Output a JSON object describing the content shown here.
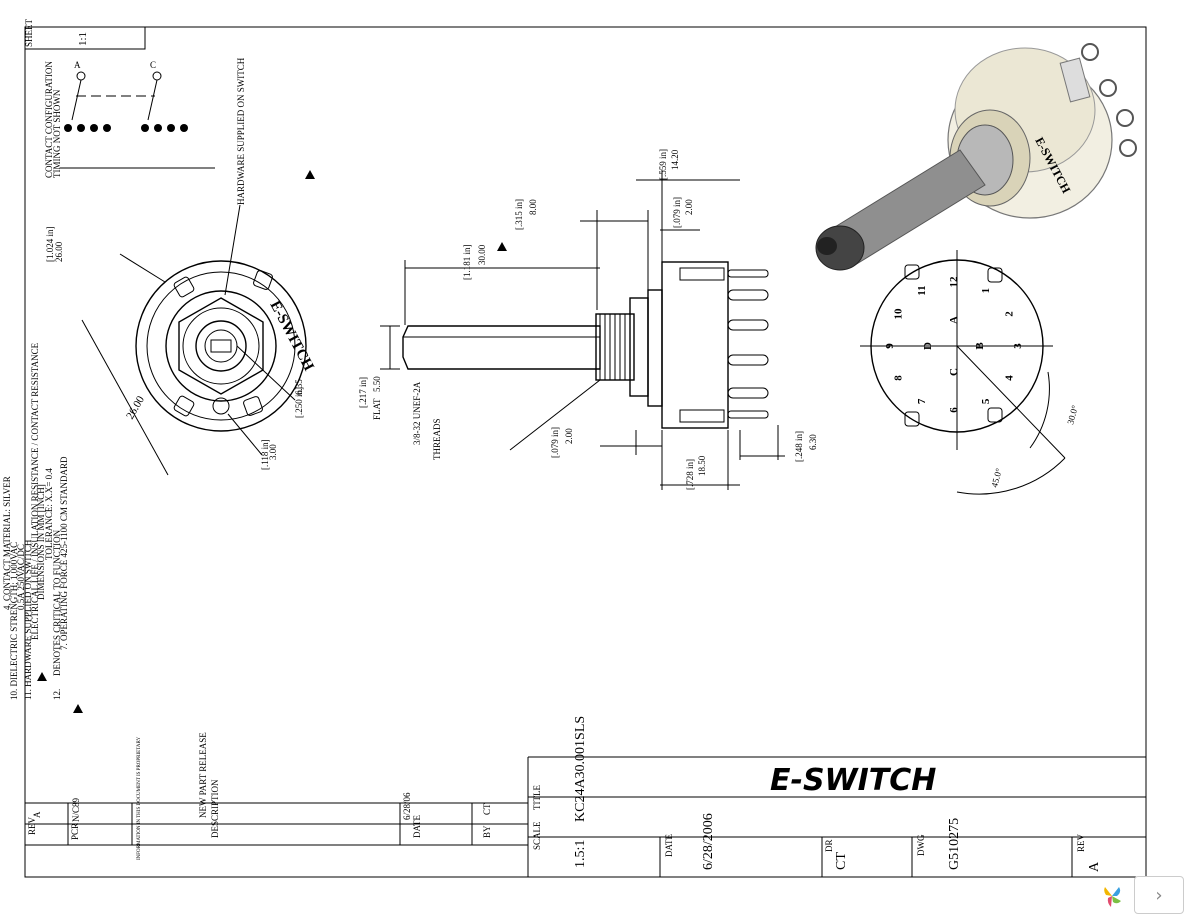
{
  "sheet": {
    "label": "SHEET",
    "value": "1:1"
  },
  "contact_config": {
    "title": "CONTACT CONFIGURATION",
    "subtitle": "TIMING NOT SHOWN",
    "pole_a": "A",
    "pole_c": "C"
  },
  "notes": {
    "n4": "4. CONTACT MATERIAL: SILVER",
    "n10": "10. DIELECTRIC STRENGTH: 1,000VAC",
    "n11": "11. HARDWARE SUPPLIED ON SWITCH",
    "n12": "12.",
    "critical": "DENOTES CRITICAL TO FUNCTION",
    "operating": "7. OPERATING FORCE 425-1100 CM STANDARD",
    "dims": "DIMENSIONS IN MM [INCH]",
    "tolerance": "TOLERANCE: X.X= 0.4",
    "rating": "0.5A 250VAC/DC",
    "blob": "ELECTRICAL LIFE / INSULATION RESISTANCE / CONTACT RESISTANCE"
  },
  "front_view": {
    "hardware_label": "HARDWARE SUPPLIED ON SWITCH",
    "dia_mm": "26.00",
    "dia_in": "[1.024 in]",
    "hole_mm": "3.00",
    "hole_in": "[.118 in]",
    "shaft_mm": "6.35",
    "shaft_in": "[.250 in]",
    "logo": "E-SWITCH"
  },
  "side_view": {
    "len_mm": "30.00",
    "len_in": "[1.181 in]",
    "bush_mm": "8.00",
    "bush_in": "[.315 in]",
    "body_mm": "14.20",
    "body_in": "[.559 in]",
    "gap_mm": "2.00",
    "gap_in": "[.079 in]",
    "flat_mm": "5.50",
    "flat_in": "[.217 in]",
    "flat_label": "FLAT",
    "thread": "3/8-32 UNEF-2A",
    "thread_label": "THREADS",
    "bot_mm": "2.00",
    "bot_in": "[.079 in]",
    "depth_mm": "18.50",
    "depth_in": "[.728 in]",
    "pin_mm": "6.30",
    "pin_in": "[.248 in]"
  },
  "terminal_view": {
    "angle1": "30.0°",
    "angle2": "45.0°",
    "numbers": [
      "1",
      "2",
      "3",
      "4",
      "5",
      "6",
      "7",
      "8",
      "9",
      "10",
      "11",
      "12"
    ],
    "letters": [
      "A",
      "B",
      "C",
      "D"
    ]
  },
  "revision": {
    "rev_label": "REV",
    "rev": "A",
    "pcr_label": "PCR",
    "pcr": "N/C89",
    "desc_label": "DESCRIPTION",
    "desc": "NEW PART RELEASE",
    "date_label": "DATE",
    "date": "6/28/06",
    "by_label": "BY",
    "by": "CT"
  },
  "title_block": {
    "company": "E-SWITCH",
    "title_label": "TITLE",
    "title": "KC24A30.001SLS",
    "scale_label": "SCALE",
    "scale": "1.5:1",
    "date_label": "DATE",
    "date": "6/28/2006",
    "dr_label": "DR",
    "dr": "CT",
    "dwg_label": "DWG",
    "dwg": "G510275",
    "rev_label": "REV",
    "rev": "A"
  },
  "proprietary": "INFORMATION IN THIS DOCUMENT IS PROPRIETARY",
  "nav": {
    "next": "›"
  }
}
